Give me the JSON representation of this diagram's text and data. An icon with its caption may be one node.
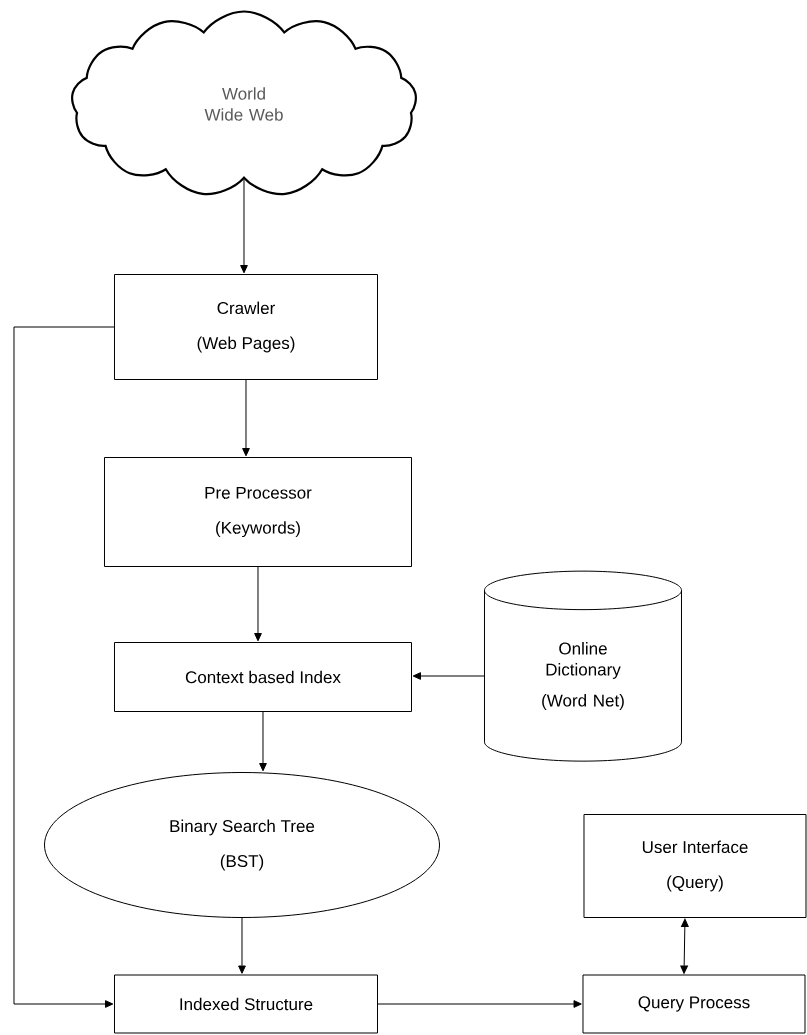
{
  "diagram": {
    "nodes": [
      {
        "text": [
          "World Wide Web"
        ]
      },
      {
        "text": [
          "Crawler",
          "(Web Pages)"
        ]
      },
      {
        "text": [
          "Pre Processor",
          "(Keywords)"
        ]
      },
      {
        "text": [
          "Context based Index"
        ]
      },
      {
        "text": [
          "Online Dictionary",
          "(Word Net)"
        ]
      },
      {
        "text": [
          "Binary Search Tree",
          "(BST)"
        ]
      },
      {
        "text": [
          "User Interface",
          "(Query)"
        ]
      },
      {
        "text": [
          "Indexed Structure"
        ]
      },
      {
        "text": [
          "Query Process"
        ]
      }
    ],
    "edges": [
      {
        "from": 0,
        "to": 1,
        "arrow": "to"
      },
      {
        "from": 1,
        "to": 2,
        "arrow": "to"
      },
      {
        "from": 2,
        "to": 3,
        "arrow": "to"
      },
      {
        "from": 4,
        "to": 3,
        "arrow": "to"
      },
      {
        "from": 3,
        "to": 5,
        "arrow": "to"
      },
      {
        "from": 5,
        "to": 7,
        "arrow": "to"
      },
      {
        "from": 1,
        "to": 7,
        "arrow": "to"
      },
      {
        "from": 7,
        "to": 8,
        "arrow": "to"
      },
      {
        "from": 6,
        "to": 8,
        "arrow": "both"
      }
    ]
  }
}
